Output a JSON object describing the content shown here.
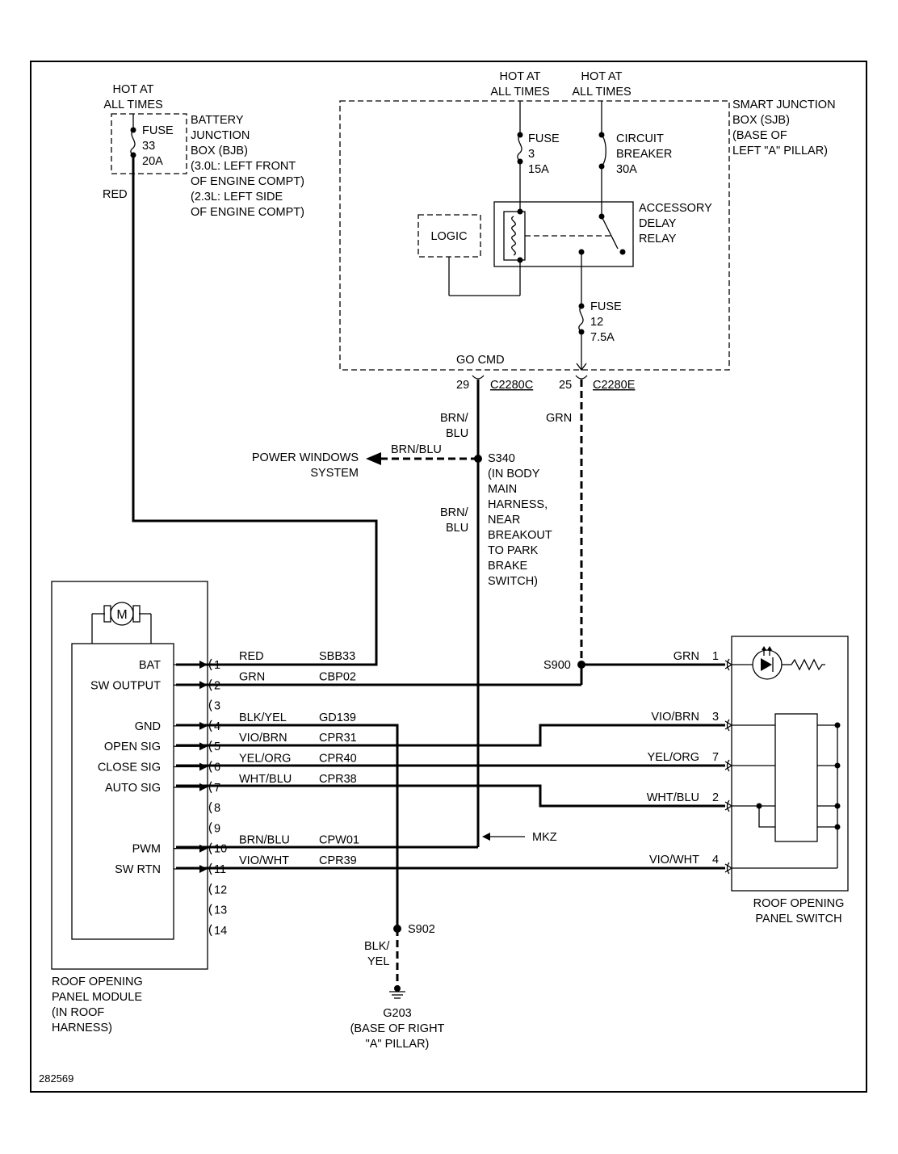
{
  "bjb": {
    "hot": [
      "HOT AT",
      "ALL TIMES"
    ],
    "fuse": [
      "FUSE",
      "33",
      "20A"
    ],
    "desc": [
      "BATTERY",
      "JUNCTION",
      "BOX (BJB)",
      "(3.0L: LEFT FRONT",
      "OF ENGINE COMPT)",
      "(2.3L: LEFT SIDE",
      "OF ENGINE COMPT)"
    ],
    "wire_color": "RED"
  },
  "sjb": {
    "hot1": [
      "HOT AT",
      "ALL TIMES"
    ],
    "hot2": [
      "HOT AT",
      "ALL TIMES"
    ],
    "desc": [
      "SMART JUNCTION",
      "BOX (SJB)",
      "(BASE OF",
      "LEFT \"A\" PILLAR)"
    ],
    "fuse3": [
      "FUSE",
      "3",
      "15A"
    ],
    "breaker": [
      "CIRCUIT",
      "BREAKER",
      "30A"
    ],
    "relay": [
      "ACCESSORY",
      "DELAY",
      "RELAY"
    ],
    "logic": "LOGIC",
    "fuse12": [
      "FUSE",
      "12",
      "7.5A"
    ],
    "go_cmd": "GO CMD"
  },
  "connectors": {
    "c_pin": "29",
    "c_name": "C2280C",
    "e_pin": "25",
    "e_name": "C2280E"
  },
  "wires": {
    "brn_blu_1": [
      "BRN/",
      "BLU"
    ],
    "brn_blu_2": [
      "BRN/",
      "BLU"
    ],
    "brn_blu_side": "BRN/BLU",
    "grn": "GRN",
    "blk_yel": [
      "BLK/",
      "YEL"
    ]
  },
  "power_windows": [
    "POWER WINDOWS",
    "SYSTEM"
  ],
  "splices": {
    "s340": "S340",
    "s340_desc": [
      "(IN BODY",
      "MAIN",
      "HARNESS,",
      "NEAR",
      "BREAKOUT",
      "TO PARK",
      "BRAKE",
      "SWITCH)"
    ],
    "s900": "S900",
    "s902": "S902",
    "mkz": "MKZ"
  },
  "module": {
    "pins": [
      {
        "num": "1",
        "label": "BAT",
        "color": "RED",
        "circuit": "SBB33"
      },
      {
        "num": "2",
        "label": "SW OUTPUT",
        "color": "GRN",
        "circuit": "CBP02"
      },
      {
        "num": "3",
        "label": "",
        "color": "",
        "circuit": ""
      },
      {
        "num": "4",
        "label": "GND",
        "color": "BLK/YEL",
        "circuit": "GD139"
      },
      {
        "num": "5",
        "label": "OPEN SIG",
        "color": "VIO/BRN",
        "circuit": "CPR31"
      },
      {
        "num": "6",
        "label": "CLOSE SIG",
        "color": "YEL/ORG",
        "circuit": "CPR40"
      },
      {
        "num": "7",
        "label": "AUTO SIG",
        "color": "WHT/BLU",
        "circuit": "CPR38"
      },
      {
        "num": "8",
        "label": "",
        "color": "",
        "circuit": ""
      },
      {
        "num": "9",
        "label": "",
        "color": "",
        "circuit": ""
      },
      {
        "num": "10",
        "label": "PWM",
        "color": "BRN/BLU",
        "circuit": "CPW01"
      },
      {
        "num": "11",
        "label": "SW RTN",
        "color": "VIO/WHT",
        "circuit": "CPR39"
      },
      {
        "num": "12",
        "label": "",
        "color": "",
        "circuit": ""
      },
      {
        "num": "13",
        "label": "",
        "color": "",
        "circuit": ""
      },
      {
        "num": "14",
        "label": "",
        "color": "",
        "circuit": ""
      }
    ],
    "motor": "M",
    "desc": [
      "ROOF OPENING",
      "PANEL MODULE",
      "(IN ROOF",
      "HARNESS)"
    ]
  },
  "switch": {
    "pins": [
      {
        "color": "GRN",
        "num": "1"
      },
      {
        "color": "VIO/BRN",
        "num": "3"
      },
      {
        "color": "YEL/ORG",
        "num": "7"
      },
      {
        "color": "WHT/BLU",
        "num": "2"
      },
      {
        "color": "VIO/WHT",
        "num": "4"
      }
    ],
    "desc": [
      "ROOF OPENING",
      "PANEL SWITCH"
    ]
  },
  "ground": {
    "name": "G203",
    "desc": [
      "(BASE OF RIGHT",
      "\"A\" PILLAR)"
    ]
  },
  "figure_id": "282569"
}
